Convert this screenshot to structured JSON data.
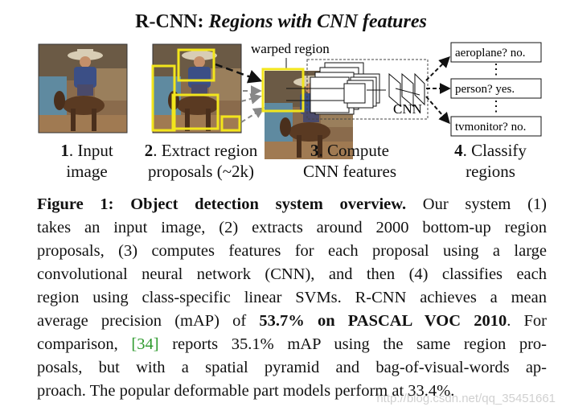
{
  "figure": {
    "title_bold": "R-CNN:",
    "title_italic": "Regions with CNN features",
    "warped_label": "warped region",
    "cnn_label": "CNN",
    "outputs": [
      "aeroplane? no.",
      "⋮",
      "person? yes.",
      "⋮",
      "tvmonitor? no."
    ],
    "steps": [
      {
        "num": "1",
        "text1": ". Input",
        "text2": "image"
      },
      {
        "num": "2",
        "text1": ". Extract region",
        "text2": "proposals (~2k)"
      },
      {
        "num": "3",
        "text1": ". Compute",
        "text2": "CNN features"
      },
      {
        "num": "4",
        "text1": ". Classify",
        "text2": "regions"
      }
    ]
  },
  "caption": {
    "label": "Figure 1:  Object detection system overview.",
    "line1_rest": " Our system (1)",
    "line2": "takes an input image, (2) extracts around 2000 bottom-up region",
    "line3": "proposals, (3) computes features for each proposal using a large",
    "line4": "convolutional neural network (CNN), and then (4) classifies each",
    "line5": "region using class-specific linear SVMs. R-CNN achieves a mean",
    "line6_a": "average precision (mAP) of ",
    "line6_b": "53.7% on PASCAL VOC 2010",
    "line6_c": ". For",
    "line7_a": "comparison, ",
    "line7_cite": "[34]",
    "line7_b": " reports 35.1% mAP using the same region pro-",
    "line8": "posals, but with a spatial pyramid and bag-of-visual-words ap-",
    "line9": "proach. The popular deformable part models perform at 33.4%."
  },
  "watermark": "http://blog.csdn.net/qq_35451661",
  "colors": {
    "proposal_box": "#f2e51c",
    "cite": "#2e9a2e",
    "text": "#111111"
  }
}
